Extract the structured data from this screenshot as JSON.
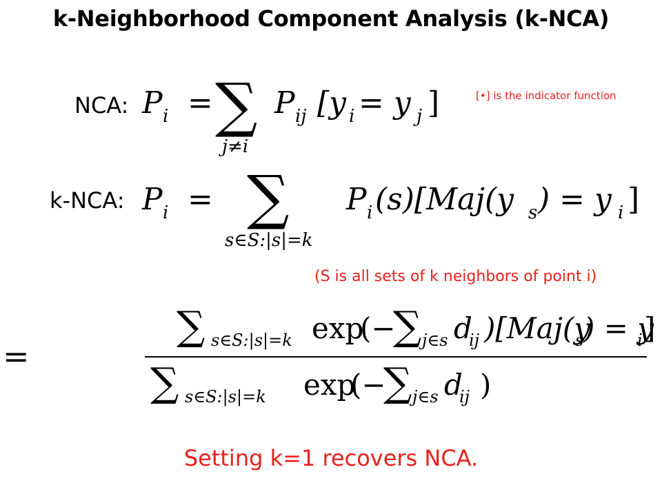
{
  "title": "k-Neighborhood Component Analysis (k-NCA)",
  "nca": {
    "label": "NCA:",
    "lhs": "P",
    "lhs_sub": "i",
    "equals": "=",
    "sum_symbol": "∑",
    "sum_subscript": "j≠i",
    "term": "P",
    "term_sub": "ij",
    "bracket_expr": "[y",
    "bracket_sub1": "i",
    "bracket_mid": " = y",
    "bracket_sub2": "j",
    "bracket_close": "]"
  },
  "indicator_note": "[•] is the indicator function",
  "knca": {
    "label": "k-NCA:",
    "lhs": "P",
    "lhs_sub": "i",
    "equals": "=",
    "sum_symbol": "∑",
    "sum_subscript": "s∈S:|s|=k",
    "term": "P",
    "term_sub": "i",
    "term_rest": "(s)[Maj(y",
    "term_sub2": "s",
    "term_rest2": ") = y",
    "term_sub3": "i",
    "term_close": "]"
  },
  "s_note": "(S is all sets of k neighbors of point i)",
  "fraction": {
    "equals": "=",
    "numerator": {
      "sum_symbol": "∑",
      "sum_sub": "s∈S:|s|=k",
      "exp": "exp",
      "paren_open": "(−",
      "inner_sum": "∑",
      "inner_sub": "j∈s",
      "d": "d",
      "d_sub": "ij",
      "rest": ")[Maj(y",
      "rest_sub": "s",
      "rest2": ") = y",
      "rest_sub2": "i",
      "close": "]"
    },
    "denominator": {
      "sum_symbol": "∑",
      "sum_sub": "s∈S:|s|=k",
      "exp": "exp",
      "paren_open": "(−",
      "inner_sum": "∑",
      "inner_sub": "j∈s",
      "d": "d",
      "d_sub": "ij",
      "close": ")"
    }
  },
  "conclusion": "Setting k=1 recovers NCA.",
  "colors": {
    "red": "#e8201c",
    "text": "#000000",
    "background": "#ffffff"
  }
}
